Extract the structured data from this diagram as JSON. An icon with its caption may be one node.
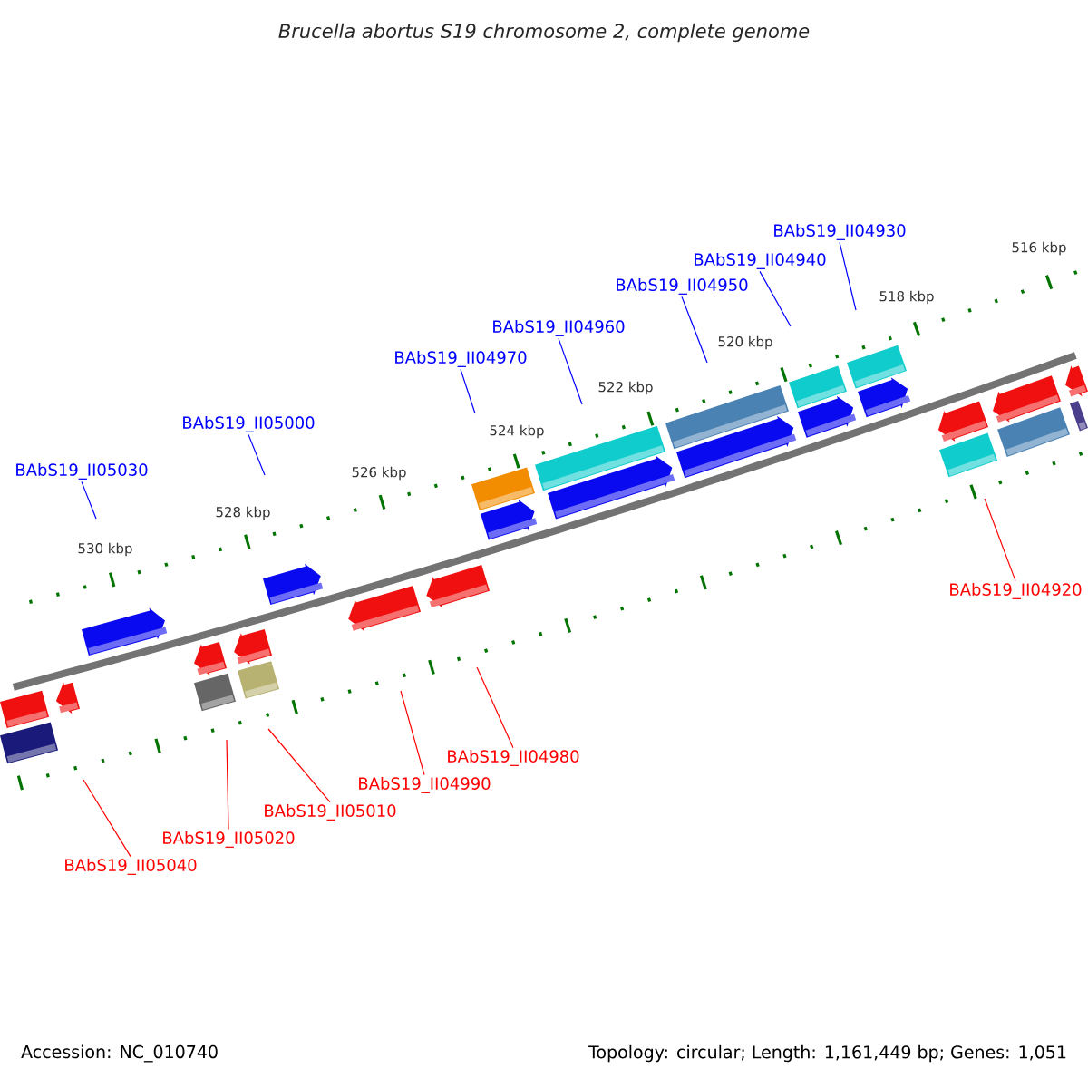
{
  "diagram": {
    "title": "Brucella abortus S19 chromosome 2, complete genome",
    "nodes": [
      {
        "text": [
          "BAbS19_II05030"
        ]
      },
      {
        "text": [
          "BAbS19_II05000"
        ]
      },
      {
        "text": [
          "BAbS19_II04970"
        ]
      },
      {
        "text": [
          "BAbS19_II04960"
        ]
      },
      {
        "text": [
          "BAbS19_II04950"
        ]
      },
      {
        "text": [
          "BAbS19_II04940"
        ]
      },
      {
        "text": [
          "BAbS19_II04930"
        ]
      },
      {
        "text": [
          "BAbS19_II04920"
        ]
      },
      {
        "text": [
          "BAbS19_II04980"
        ]
      },
      {
        "text": [
          "BAbS19_II04990"
        ]
      },
      {
        "text": [
          "BAbS19_II05010"
        ]
      },
      {
        "text": [
          "BAbS19_II05020"
        ]
      },
      {
        "text": [
          "BAbS19_II05040"
        ]
      }
    ],
    "edges": [
      {
        "from": 0,
        "to": null,
        "arrow": "none"
      },
      {
        "from": 1,
        "to": null,
        "arrow": "none"
      },
      {
        "from": 2,
        "to": null,
        "arrow": "none"
      },
      {
        "from": 3,
        "to": null,
        "arrow": "none"
      },
      {
        "from": 4,
        "to": null,
        "arrow": "none"
      },
      {
        "from": 5,
        "to": null,
        "arrow": "none"
      },
      {
        "from": 6,
        "to": null,
        "arrow": "none"
      },
      {
        "from": 7,
        "to": null,
        "arrow": "none",
        "color": "#ff0000"
      },
      {
        "from": 8,
        "to": null,
        "arrow": "none",
        "color": "#ff0000"
      },
      {
        "from": 9,
        "to": null,
        "arrow": "none",
        "color": "#ff0000"
      },
      {
        "from": 10,
        "to": null,
        "arrow": "none",
        "color": "#ff0000"
      },
      {
        "from": 11,
        "to": null,
        "arrow": "none",
        "color": "#ff0000"
      },
      {
        "from": 12,
        "to": null,
        "arrow": "none",
        "color": "#ff0000"
      }
    ],
    "labels": [
      "530 kbp",
      "528 kbp",
      "526 kbp",
      "524 kbp",
      "522 kbp",
      "520 kbp",
      "518 kbp",
      "516 kbp",
      "Accession: NC_010740",
      "Topology: circular; Length: 1,161,449 bp; Genes: 1,051"
    ]
  }
}
